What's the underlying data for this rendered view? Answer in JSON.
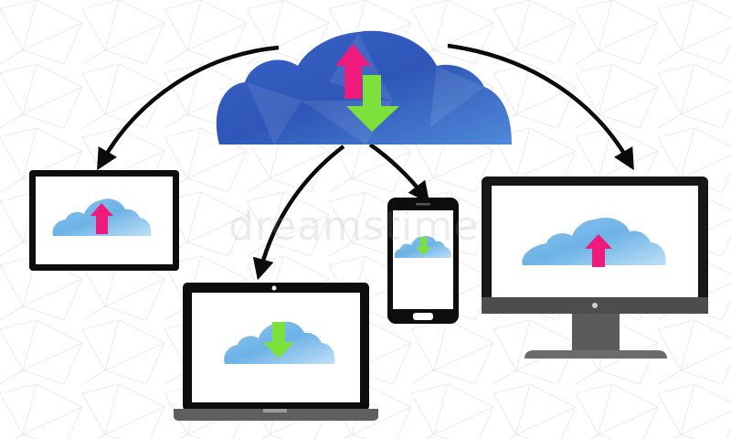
{
  "watermark": {
    "text": "dreamstime"
  },
  "colors": {
    "main_cloud_dark": "#2f56b8",
    "main_cloud_light": "#4f8ad8",
    "device_cloud_light": "#bfe0f7",
    "device_cloud_mid": "#7cbbe9",
    "upload_arrow": "#ee1a7c",
    "download_arrow": "#7ee03a",
    "device_frame": "#0d0d0d",
    "monitor_stand": "#6c6c6c",
    "connector_arrow": "#0b0b0b"
  },
  "icons": {
    "main_cloud": "cloud-sync-icon",
    "upload": "arrow-up-icon",
    "download": "arrow-down-icon",
    "tablet": "tablet-icon",
    "laptop": "laptop-icon",
    "phone": "smartphone-icon",
    "desktop": "desktop-monitor-icon"
  },
  "devices": [
    {
      "name": "tablet",
      "direction": "upload"
    },
    {
      "name": "laptop",
      "direction": "download"
    },
    {
      "name": "phone",
      "direction": "download"
    },
    {
      "name": "desktop",
      "direction": "upload"
    }
  ]
}
